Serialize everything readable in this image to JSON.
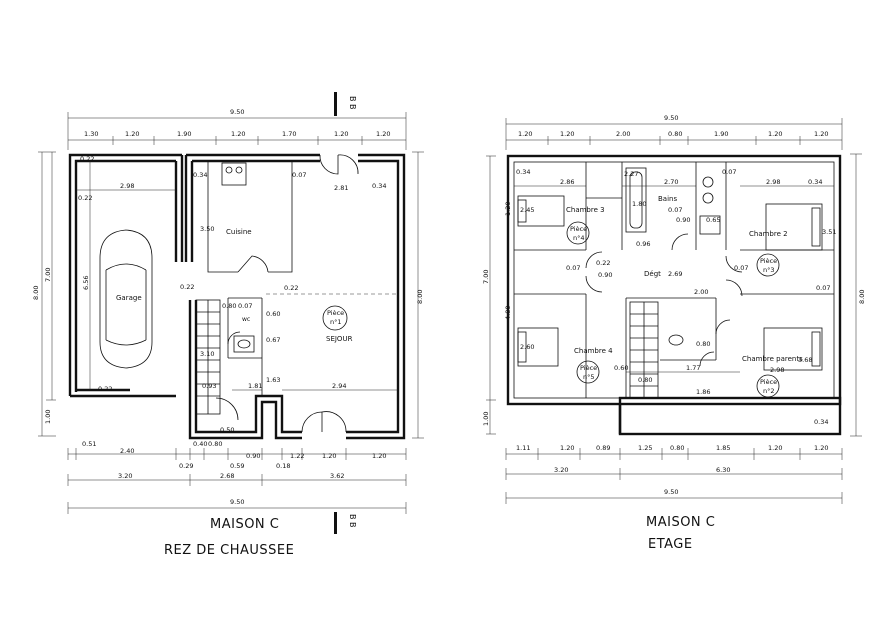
{
  "ground": {
    "title": "MAISON C",
    "subtitle": "REZ DE CHAUSSEE",
    "section_mark": "B B",
    "rooms": {
      "garage": "Garage",
      "cuisine": "Cuisine",
      "sejour": "SEJOUR",
      "wc": "wc",
      "piece_label": "Pièce",
      "piece_num": "n°1"
    },
    "dims": {
      "top_total": "9.50",
      "top_1": "1.30",
      "top_2": "1.20",
      "top_3": "1.90",
      "top_4": "1.20",
      "top_5": "1.70",
      "top_6": "1.20",
      "top_7": "1.20",
      "left_total": "8.00",
      "left_a": "7.00",
      "left_b": "1.00",
      "right_total": "8.00",
      "garage_w": "2.98",
      "garage_h": "6.56",
      "g022a": "0.22",
      "g022b": "0.22",
      "g022c": "0.22",
      "k034": "0.34",
      "k350": "3.50",
      "k007": "0.07",
      "k281": "2.81",
      "k034b": "0.34",
      "s022a": "0.22",
      "s022b": "0.22",
      "s080": "0.80",
      "s007": "0.07",
      "s060": "0.60",
      "s067": "0.67",
      "s310": "3.10",
      "s093": "0.93",
      "s181": "1.81",
      "s163": "1.63",
      "s294": "2.94",
      "s050": "0.50",
      "b_051": "0.51",
      "b_240": "2.40",
      "b_029": "0.29",
      "b_040": "0.40",
      "b_080": "0.80",
      "b_059": "0.59",
      "b_090": "0.90",
      "b_018": "0.18",
      "b_122": "1.22",
      "b_120a": "1.20",
      "b_120b": "1.20",
      "b_320": "3.20",
      "b_268": "2.68",
      "b_362": "3.62",
      "b_950": "9.50"
    }
  },
  "upper": {
    "title": "MAISON C",
    "subtitle": "ETAGE",
    "rooms": {
      "ch3": "Chambre 3",
      "ch2": "Chambre 2",
      "ch4": "Chambre 4",
      "chp": "Chambre parents",
      "bains": "Bains",
      "degt": "Dégt",
      "piece_label": "Pièce",
      "p4": "n°4",
      "p3": "n°3",
      "p5": "n°5",
      "p2": "n°2"
    },
    "dims": {
      "top_total": "9.50",
      "top_1": "1.20",
      "top_2": "1.20",
      "top_3": "2.00",
      "top_4": "0.80",
      "top_5": "1.90",
      "top_6": "1.20",
      "top_7": "1.20",
      "left_a": "7.00",
      "left_b": "1.00",
      "left_c": "1.20",
      "left_d": "4.80",
      "right_total": "8.00",
      "u034a": "0.34",
      "u286": "2.86",
      "u227": "2.27",
      "u270": "2.70",
      "u007": "0.07",
      "u298": "2.98",
      "u034b": "0.34",
      "u245": "2.45",
      "u180": "1.80",
      "u007b": "0.07",
      "u090": "0.90",
      "u065": "0.65",
      "u096": "0.96",
      "u351": "3.51",
      "u022": "0.22",
      "u007c": "0.07",
      "u090b": "0.90",
      "u269": "2.69",
      "u007d": "0.07",
      "u007e": "0.07",
      "u200": "2.00",
      "u260": "2.60",
      "u080": "0.80",
      "u177": "1.77",
      "u298b": "2.98",
      "u368": "3.68",
      "u080b": "0.80",
      "u186": "1.86",
      "u034c": "0.34",
      "u060": "0.60",
      "b_111": "1.11",
      "b_120a": "1.20",
      "b_089": "0.89",
      "b_125": "1.25",
      "b_080": "0.80",
      "b_185": "1.85",
      "b_120b": "1.20",
      "b_120c": "1.20",
      "b_320": "3.20",
      "b_630": "6.30",
      "b_950": "9.50"
    }
  }
}
